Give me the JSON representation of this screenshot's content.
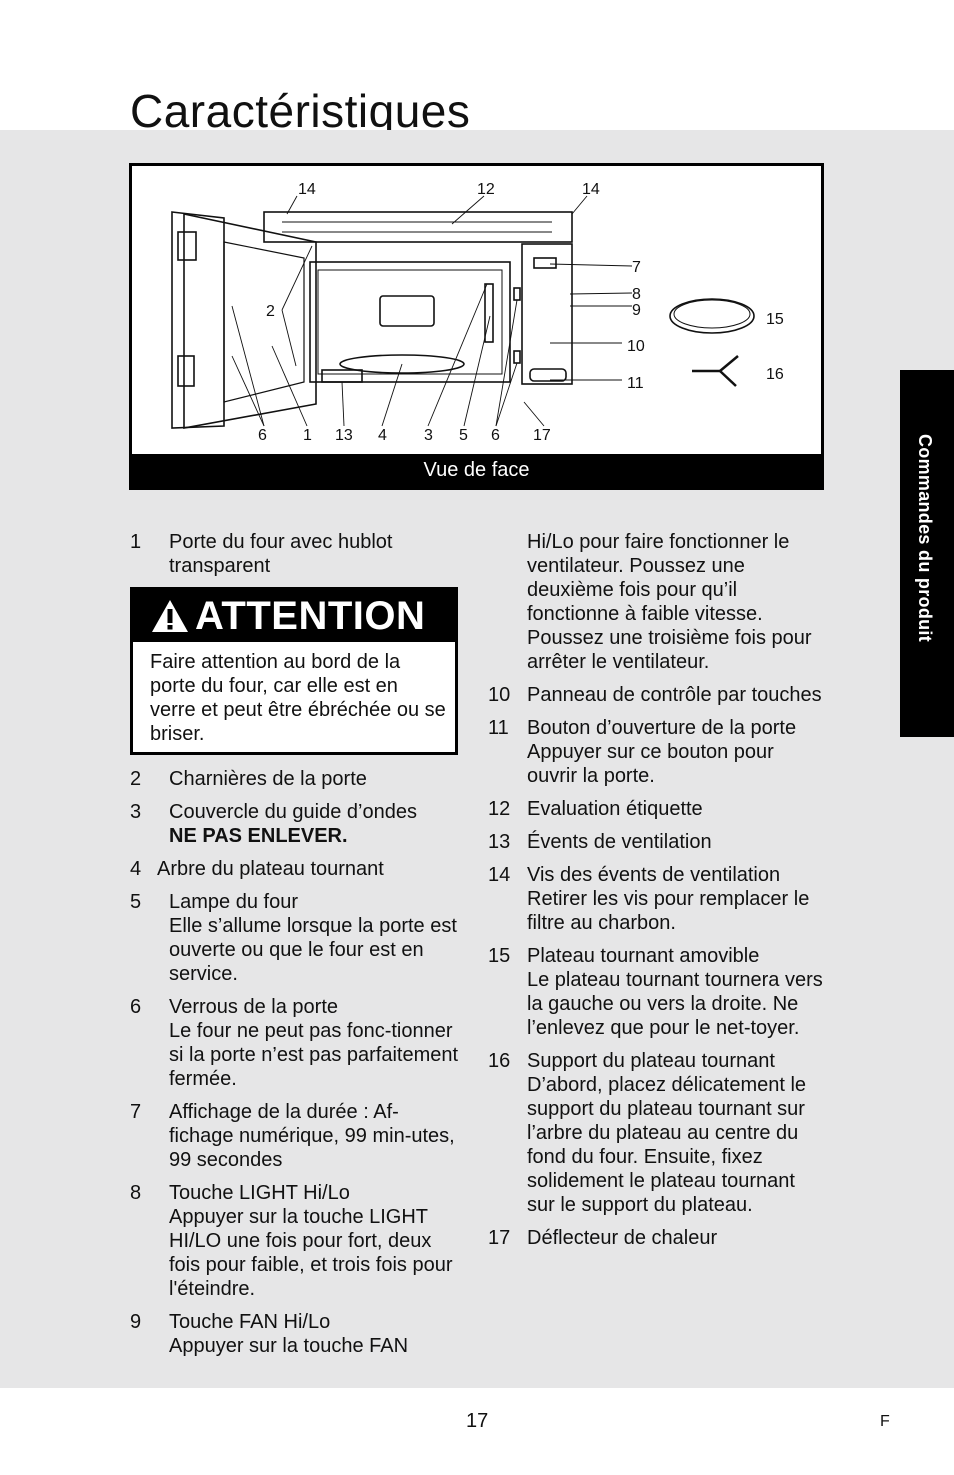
{
  "title": "Caractéristiques",
  "figure": {
    "caption": "Vue de face",
    "callouts": [
      "14",
      "12",
      "14",
      "7",
      "8",
      "9",
      "10",
      "11",
      "2",
      "15",
      "16",
      "6",
      "1",
      "13",
      "4",
      "3",
      "5",
      "6",
      "17"
    ]
  },
  "items_left": [
    {
      "num": "1",
      "lines": [
        "Porte du four avec hublot transparent"
      ]
    },
    {
      "num": "2",
      "lines": [
        "Charnières de la porte"
      ]
    },
    {
      "num": "3",
      "lines": [
        "Couvercle du guide d’ondes"
      ],
      "bold": "NE PAS ENLEVER."
    },
    {
      "num": "4",
      "lines": [
        "Arbre du plateau tournant"
      ]
    },
    {
      "num": "5",
      "lines": [
        "Lampe du four",
        "Elle s’allume lorsque la porte est ouverte ou que le four est en service."
      ]
    },
    {
      "num": "6",
      "lines": [
        "Verrous de la porte",
        "Le four ne peut pas fonc-tionner si la porte n’est pas parfaitement fermée."
      ]
    },
    {
      "num": "7",
      "lines": [
        "Affichage de la durée : Af-fichage numérique, 99 min-utes, 99 secondes"
      ]
    },
    {
      "num": "8",
      "lines": [
        "Touche LIGHT Hi/Lo",
        "Appuyer sur la touche LIGHT HI/LO une fois pour fort, deux fois pour faible, et trois fois pour l'éteindre."
      ]
    },
    {
      "num": "9",
      "lines": [
        "Touche FAN Hi/Lo",
        "Appuyer sur la touche FAN"
      ]
    }
  ],
  "attention": {
    "heading": "ATTENTION",
    "body": "Faire attention au bord de la porte du four, car elle est en verre et peut être ébréchée ou se briser."
  },
  "items_right": [
    {
      "num": "",
      "lines": [
        "Hi/Lo pour faire fonctionner le ventilateur. Poussez une deuxième fois pour qu’il fonctionne à faible vitesse. Poussez une troisième fois pour arrêter le ventilateur."
      ]
    },
    {
      "num": "10",
      "lines": [
        "Panneau de contrôle par touches"
      ]
    },
    {
      "num": "11",
      "lines": [
        "Bouton d’ouverture de la porte",
        "Appuyer sur ce bouton pour ouvrir la porte."
      ]
    },
    {
      "num": "12",
      "lines": [
        "Evaluation étiquette"
      ]
    },
    {
      "num": "13",
      "lines": [
        "Évents de ventilation"
      ]
    },
    {
      "num": "14",
      "lines": [
        "Vis des évents de ventilation",
        "Retirer les vis pour remplacer le filtre au charbon."
      ]
    },
    {
      "num": "15",
      "lines": [
        "Plateau tournant amovible",
        "Le plateau tournant tournera vers la gauche ou vers la droite. Ne l’enlevez que pour le net-toyer."
      ]
    },
    {
      "num": "16",
      "lines": [
        "Support du plateau tournant",
        "D’abord, placez délicatement le support du plateau tournant sur l’arbre du plateau au centre du fond du four. Ensuite, fixez solidement le plateau tournant sur le support du plateau."
      ]
    },
    {
      "num": "17",
      "lines": [
        "Déflecteur de chaleur"
      ]
    }
  ],
  "side_tab": "Commandes du produit",
  "page_number": "17",
  "language_letter": "F"
}
